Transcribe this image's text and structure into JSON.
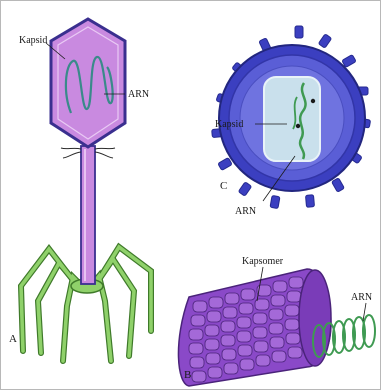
{
  "figure_a": {
    "letter": "A",
    "capsid_label": "Kapsid",
    "rna_label": "ARN"
  },
  "figure_b": {
    "letter": "B",
    "capsomer_label": "Kapsomer",
    "rna_label": "ARN"
  },
  "figure_c": {
    "letter": "C",
    "capsid_label": "Kapsid",
    "rna_label": "ARN"
  },
  "colors": {
    "phage_head": "#c98ae0",
    "phage_outline": "#3a2f8f",
    "leg_green": "#8fd16a",
    "leg_outline": "#3f7a2a",
    "virus_outer": "#3b3fc0",
    "virus_inner": "#5a5ed6",
    "virus_core": "#c9e0ec",
    "capsomer_purple": "#8a49c8",
    "rna_green": "#3f9a52"
  }
}
